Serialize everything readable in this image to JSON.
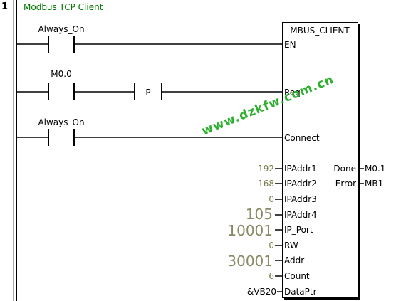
{
  "network": {
    "number": "1",
    "title": "Modbus TCP Client"
  },
  "block": {
    "name": "MBUS_CLIENT"
  },
  "rungs": [
    {
      "contact_label": "Always_On",
      "pin": "EN"
    },
    {
      "contact_label": "M0.0",
      "edge_label": "P",
      "pin": "Req"
    },
    {
      "contact_label": "Always_On",
      "pin": "Connect"
    }
  ],
  "inputs": [
    {
      "value": "192",
      "pin": "IPAddr1"
    },
    {
      "value": "168",
      "pin": "IPAddr2"
    },
    {
      "value": "0",
      "pin": "IPAddr3"
    },
    {
      "value": "105",
      "pin": "IPAddr4"
    },
    {
      "value": "10001",
      "pin": "IP_Port"
    },
    {
      "value": "0",
      "pin": "RW"
    },
    {
      "value": "30001",
      "pin": "Addr"
    },
    {
      "value": "6",
      "pin": "Count"
    },
    {
      "value": "&VB20",
      "pin": "DataPtr"
    }
  ],
  "outputs": [
    {
      "pin": "Done",
      "value": "M0.1"
    },
    {
      "pin": "Error",
      "value": "MB1"
    }
  ],
  "watermark": "www.dzkfw.com.cn",
  "colors": {
    "title": "#007a00",
    "watermark": "#1aa81a",
    "line": "#000000"
  }
}
